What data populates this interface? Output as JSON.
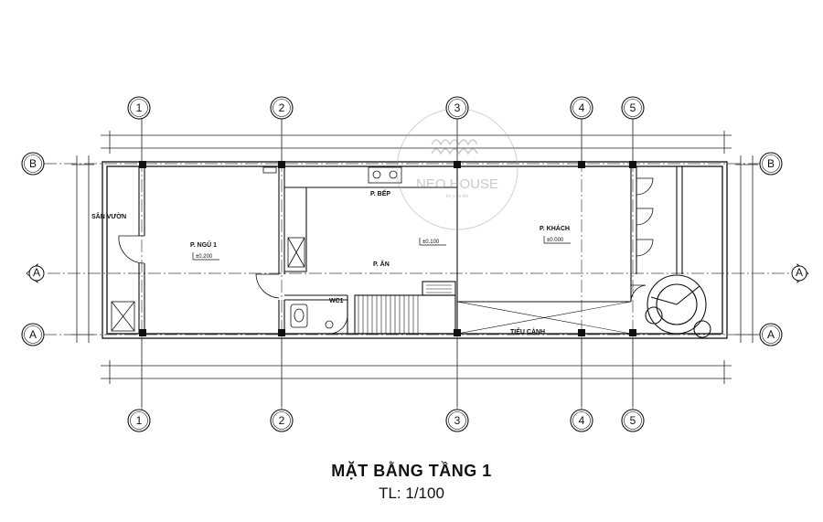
{
  "drawing": {
    "title": "MẶT BẰNG TẦNG 1",
    "scale": "TL: 1/100"
  },
  "grid": {
    "columns": [
      "1",
      "2",
      "3",
      "4",
      "5"
    ],
    "rows": [
      "B",
      "A",
      "A"
    ]
  },
  "rooms": {
    "garden": "SÂN VƯỜN",
    "bedroom": "P. NGỦ 1",
    "bedroom_level": "±0.200",
    "kitchen": "P. BẾP",
    "dining": "P. ĂN",
    "dining_level": "±0.100",
    "living": "P. KHÁCH",
    "living_level": "±0.000",
    "wc": "WC1",
    "courtyard": "TIỂU CẢNH"
  },
  "watermark": {
    "brand": "NEO HOUSE",
    "tagline": "for your life"
  }
}
